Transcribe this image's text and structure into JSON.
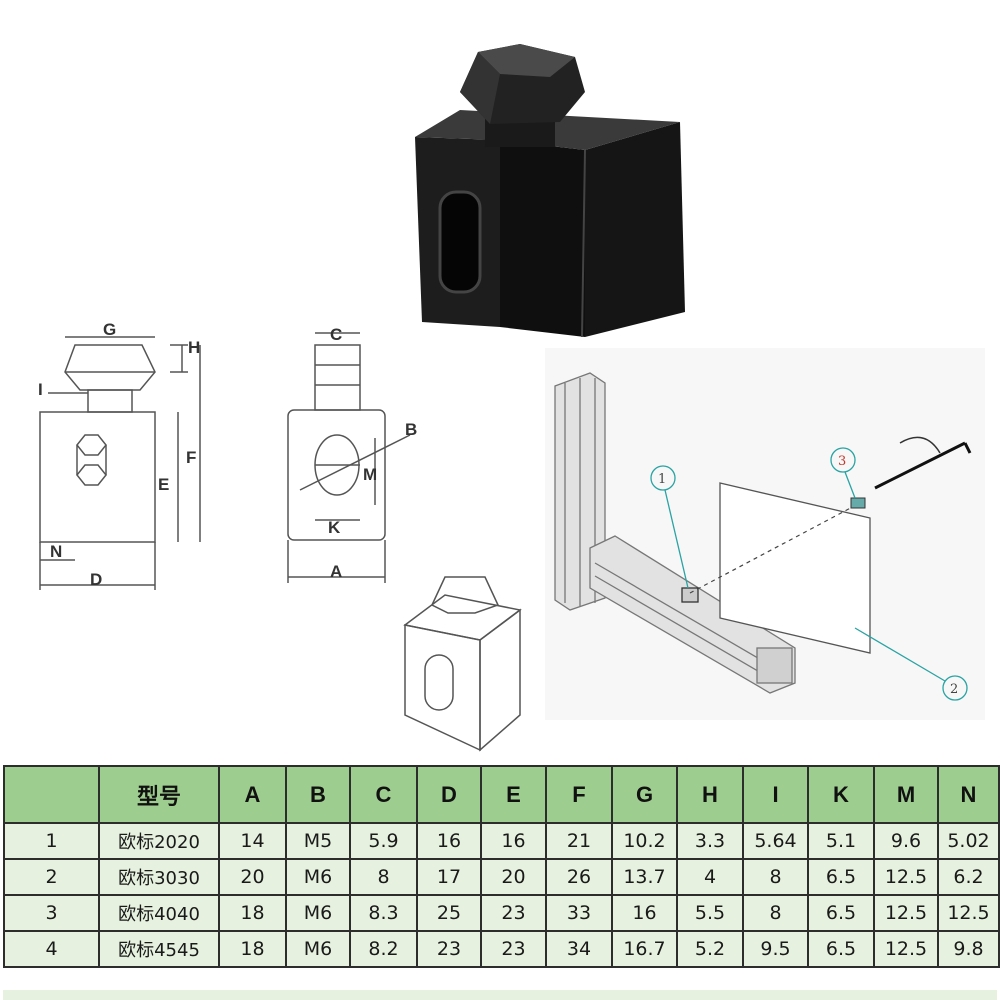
{
  "drawings": {
    "front_view_labels": [
      "G",
      "H",
      "I",
      "E",
      "F",
      "N",
      "D"
    ],
    "side_view_labels": [
      "C",
      "B",
      "M",
      "K",
      "A"
    ]
  },
  "assembly": {
    "callouts": [
      "1",
      "2",
      "3"
    ]
  },
  "table": {
    "headers": [
      "",
      "型号",
      "A",
      "B",
      "C",
      "D",
      "E",
      "F",
      "G",
      "H",
      "I",
      "K",
      "M",
      "N"
    ],
    "rows": [
      [
        "1",
        "欧标2020",
        "14",
        "M5",
        "5.9",
        "16",
        "16",
        "21",
        "10.2",
        "3.3",
        "5.64",
        "5.1",
        "9.6",
        "5.02"
      ],
      [
        "2",
        "欧标3030",
        "20",
        "M6",
        "8",
        "17",
        "20",
        "26",
        "13.7",
        "4",
        "8",
        "6.5",
        "12.5",
        "6.2"
      ],
      [
        "3",
        "欧标4040",
        "18",
        "M6",
        "8.3",
        "25",
        "23",
        "33",
        "16",
        "5.5",
        "8",
        "6.5",
        "12.5",
        "12.5"
      ],
      [
        "4",
        "欧标4545",
        "18",
        "M6",
        "8.2",
        "23",
        "23",
        "34",
        "16.7",
        "5.2",
        "9.5",
        "6.5",
        "12.5",
        "9.8"
      ]
    ]
  }
}
